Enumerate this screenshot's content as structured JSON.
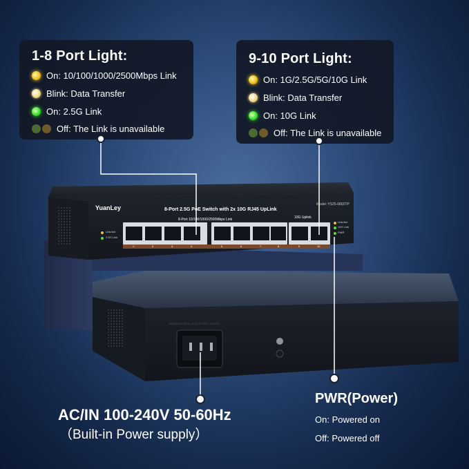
{
  "panel_left": {
    "title": "1-8 Port Light:",
    "rows": [
      {
        "text": "On: 10/100/1000/2500Mbps Link",
        "led": "yellow"
      },
      {
        "text": "Blink: Data Transfer",
        "led": "blink"
      },
      {
        "text": "On: 2.5G Link",
        "led": "green"
      },
      {
        "text": "Off: The Link is unavailable",
        "led": "off"
      }
    ]
  },
  "panel_right": {
    "title": "9-10 Port Light:",
    "rows": [
      {
        "text": "On: 1G/2.5G/5G/10G Link",
        "led": "yellow"
      },
      {
        "text": "Blink: Data Transfer",
        "led": "blink"
      },
      {
        "text": "On: 10G Link",
        "led": "green"
      },
      {
        "text": "Off: The Link is unavailable",
        "led": "off"
      }
    ]
  },
  "device": {
    "brand": "YuanLey",
    "front_title": "8-Port 2.5G PoE Switch with 2x 10G RJ45 UpLink",
    "model": "Model: YS25-0802TP",
    "group1_label": "8-Port 10/100/1000/2500Mbps Link",
    "group2_label": "10G Uplink",
    "led_left_1": "Link/Act",
    "led_left_2": "2.5G Link",
    "led_right_1": "Link/Act",
    "led_right_2": "10G Link",
    "led_right_3": "PWR",
    "port_numbers": [
      "1",
      "2",
      "3",
      "4",
      "5",
      "6",
      "7",
      "8",
      "9",
      "10"
    ],
    "rear_warning": "WARNING: RISK OF ELECTRIC SHOCK"
  },
  "power_caption": {
    "title": "AC/IN 100-240V 50-60Hz",
    "subtitle": "（Built-in Power supply）"
  },
  "pwr_caption": {
    "title": "PWR(Power)",
    "line1": "On: Powered on",
    "line2": "Off: Powered off"
  },
  "colors": {
    "led_yellow": "#f2c21a",
    "led_green": "#3ee02e",
    "panel_bg": "#121826",
    "background": "#2c4a78"
  }
}
